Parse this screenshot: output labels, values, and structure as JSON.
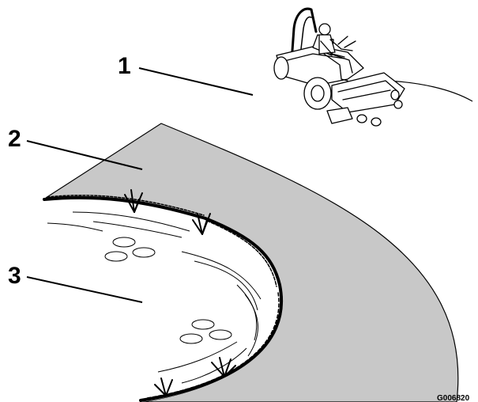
{
  "callouts": [
    {
      "number": "1",
      "refers_to": "mower"
    },
    {
      "number": "2",
      "refers_to": "mowed-slope-band"
    },
    {
      "number": "3",
      "refers_to": "water"
    }
  ],
  "figure_id": "G006820",
  "colors": {
    "band_fill": "#c8c8c8",
    "water_fill": "#ffffff",
    "ink": "#000000",
    "background": "#ffffff"
  }
}
